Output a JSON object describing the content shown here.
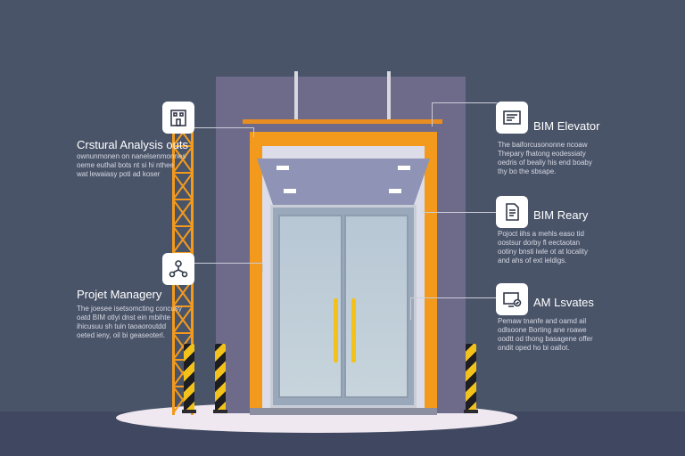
{
  "colors": {
    "background": "#4a5469",
    "shaft": "#6d6a8a",
    "frame": "#f39a1c",
    "scaffold": "#f39a1c",
    "handle": "#f2c21a",
    "glass": "#b7c7d4"
  },
  "labels": {
    "structural": {
      "icon": "building-icon",
      "title": "Crstural Analysis outs",
      "lines": [
        "ownunmonen on nanelsenmonnes",
        "oeme euthal bots nt si hi nthee",
        "wat lewaiasy poti ad koser"
      ]
    },
    "project": {
      "icon": "network-icon",
      "title": "Projet Managery",
      "lines": [
        "The joesee isetsomcting concusy",
        "oatd BIM otlyi dnst ein mbihte",
        "ihicusuu sh tuin taoaoroutdd",
        "oeted ieny, oil bi geaseoterl."
      ]
    },
    "bim_elevator": {
      "icon": "monitor-panel-icon",
      "title": "BIM Elevator",
      "lines": [
        "The baiforcusononne ncoaw",
        "Thepary fhatong eodessiaty",
        "oedris of bealiy his end boaby",
        "thy bo the sbsape."
      ]
    },
    "bim_reary": {
      "icon": "document-icon",
      "title": "BIM Reary",
      "lines": [
        "Pojoct iihs a mehls easo tid",
        "oostsur dorby fl eectaotan",
        "ootiny bnsti iwle ot at locality",
        "and ahs of ext ieldigs."
      ]
    },
    "am_levates": {
      "icon": "screen-check-icon",
      "title": "AM Lsvates",
      "lines": [
        "Pemaw tnanfe and oamd ail",
        "odlsoone Borting ane roawe",
        "oodtt od thong basagene offer",
        "ondit oped ho bi oallot."
      ]
    }
  }
}
